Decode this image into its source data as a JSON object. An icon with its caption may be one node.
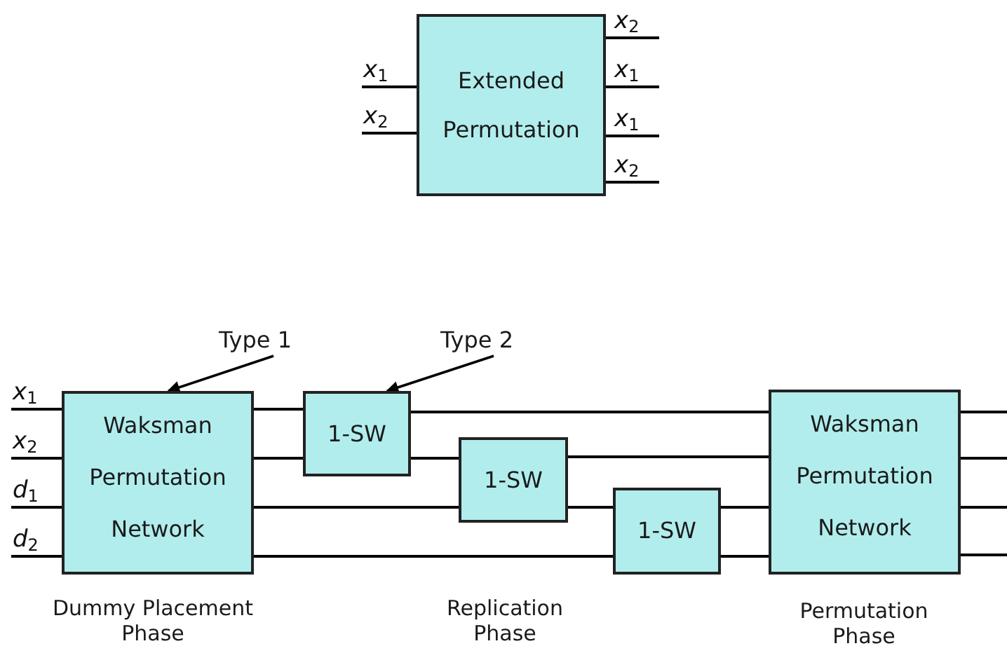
{
  "diagram": {
    "nodes": [
      {
        "text": [
          "Extended Permutation"
        ]
      },
      {
        "text": [
          "Type 1"
        ]
      },
      {
        "text": [
          "Waksman Permutation Network"
        ],
        "beside": [
          "Dummy Placement Phase"
        ]
      },
      {
        "text": [
          "Type 2"
        ]
      },
      {
        "text": [
          "1-SW"
        ]
      },
      {
        "text": [
          "1-SW"
        ]
      },
      {
        "text": [
          "1-SW"
        ]
      },
      {
        "text": [
          "Waksman Permutation Network"
        ],
        "beside": [
          "Permutation Phase"
        ]
      }
    ],
    "edges": [
      {
        "from": 1,
        "to": 2,
        "arrow": "to"
      },
      {
        "from": 3,
        "to": 4,
        "arrow": "to"
      },
      {
        "from": null,
        "to": 0,
        "arrow": "none",
        "label": "*x*$_{1}$"
      },
      {
        "from": null,
        "to": 0,
        "arrow": "none",
        "label": "*x*$_{2}$"
      },
      {
        "from": 0,
        "to": null,
        "arrow": "none",
        "label": "*x*$_{2}$"
      },
      {
        "from": 0,
        "to": null,
        "arrow": "none",
        "label": "*x*$_{1}$"
      },
      {
        "from": 0,
        "to": null,
        "arrow": "none",
        "label": "*x*$_{1}$"
      },
      {
        "from": 0,
        "to": null,
        "arrow": "none",
        "label": "*x*$_{2}$"
      },
      {
        "from": null,
        "to": 2,
        "arrow": "none",
        "label": "*x*$_{1}$"
      },
      {
        "from": null,
        "to": 2,
        "arrow": "none",
        "label": "*x*$_{2}$"
      },
      {
        "from": null,
        "to": 2,
        "arrow": "none",
        "label": "*d*$_{1}$"
      },
      {
        "from": null,
        "to": 2,
        "arrow": "none",
        "label": "*d*$_{2}$"
      },
      {
        "from": 2,
        "to": 4,
        "arrow": "none"
      },
      {
        "from": 2,
        "to": 4,
        "arrow": "none"
      },
      {
        "from": 2,
        "to": 5,
        "arrow": "none"
      },
      {
        "from": 2,
        "to": 6,
        "arrow": "none"
      },
      {
        "from": 4,
        "to": 7,
        "arrow": "none"
      },
      {
        "from": 4,
        "to": 5,
        "arrow": "none"
      },
      {
        "from": 5,
        "to": 7,
        "arrow": "none"
      },
      {
        "from": 5,
        "to": 6,
        "arrow": "none"
      },
      {
        "from": 6,
        "to": 7,
        "arrow": "none"
      },
      {
        "from": 6,
        "to": 7,
        "arrow": "none"
      },
      {
        "from": 7,
        "to": null,
        "arrow": "none"
      },
      {
        "from": 7,
        "to": null,
        "arrow": "none"
      },
      {
        "from": 7,
        "to": null,
        "arrow": "none"
      },
      {
        "from": 7,
        "to": null,
        "arrow": "none"
      }
    ],
    "labels": [
      "Replication Phase"
    ]
  }
}
